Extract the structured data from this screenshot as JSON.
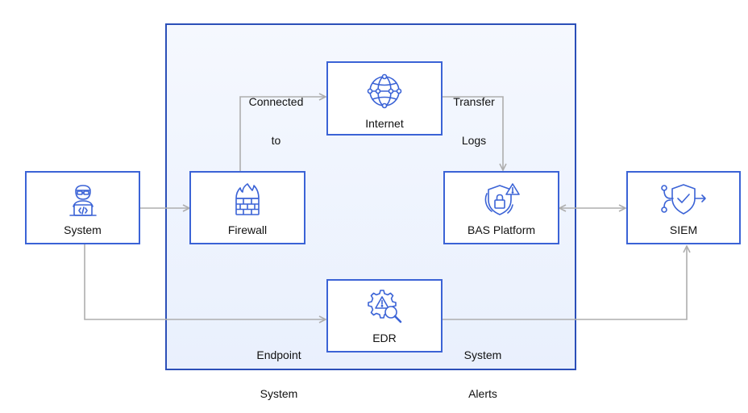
{
  "nodes": {
    "system": "System",
    "firewall": "Firewall",
    "internet": "Internet",
    "bas": "BAS Platform",
    "siem": "SIEM",
    "edr": "EDR"
  },
  "edges": {
    "connected_line1": "Connected",
    "connected_line2": "to",
    "transfer_line1": "Transfer",
    "transfer_line2": "Logs",
    "endpoint_line1": "Endpoint",
    "endpoint_line2": "System",
    "alerts_line1": "System",
    "alerts_line2": "Alerts"
  },
  "colors": {
    "primary": "#3B63D6",
    "container_border": "#2B4FB8",
    "connector": "#AEAEAE"
  },
  "icons": {
    "system": "developer-icon",
    "firewall": "firewall-icon",
    "internet": "globe-icon",
    "bas": "shield-lock-alert-icon",
    "siem": "shield-check-icon",
    "edr": "gear-search-alert-icon"
  }
}
